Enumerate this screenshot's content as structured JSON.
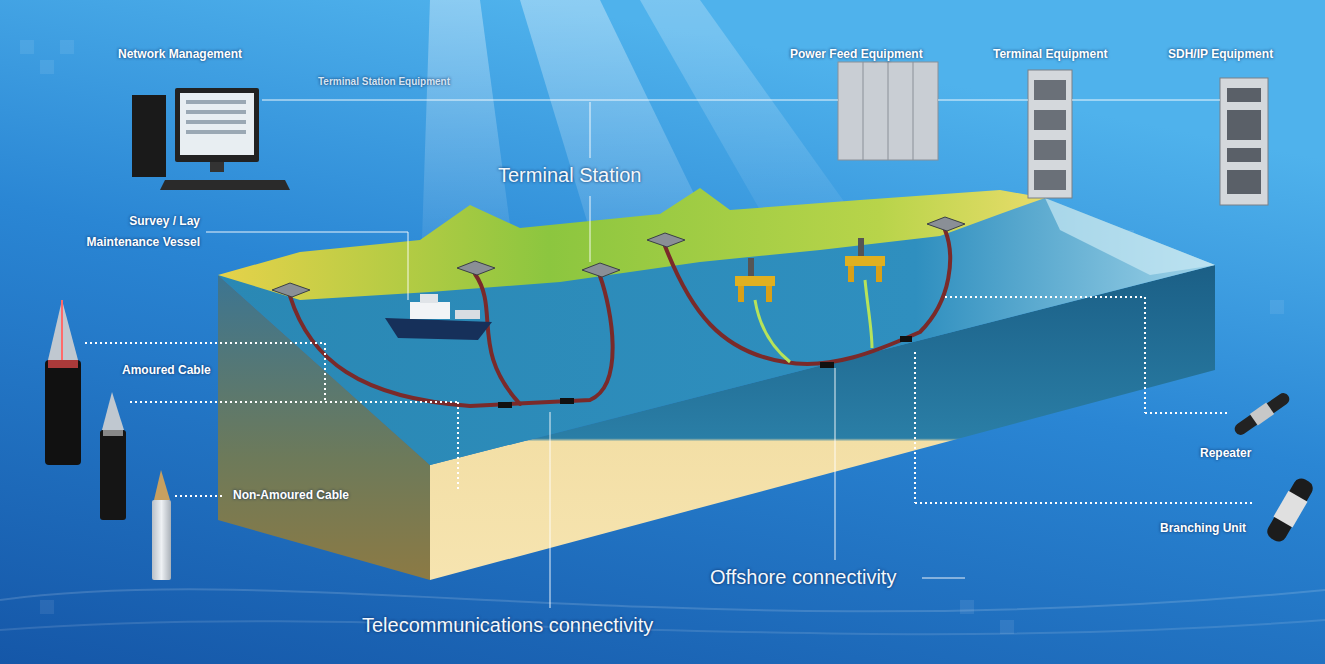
{
  "diagram": {
    "labels": [
      "Network Management",
      "Terminal Station Equipment",
      "Power Feed Equipment",
      "Terminal Equipment",
      "SDH/IP Equipment",
      "Terminal Station",
      "Survey / Lay Maintenance Vessel",
      "Amoured Cable",
      "Non-Amoured Cable",
      "Repeater",
      "Branching Unit",
      "Offshore connectivity",
      "Telecommunications connectivity"
    ]
  }
}
